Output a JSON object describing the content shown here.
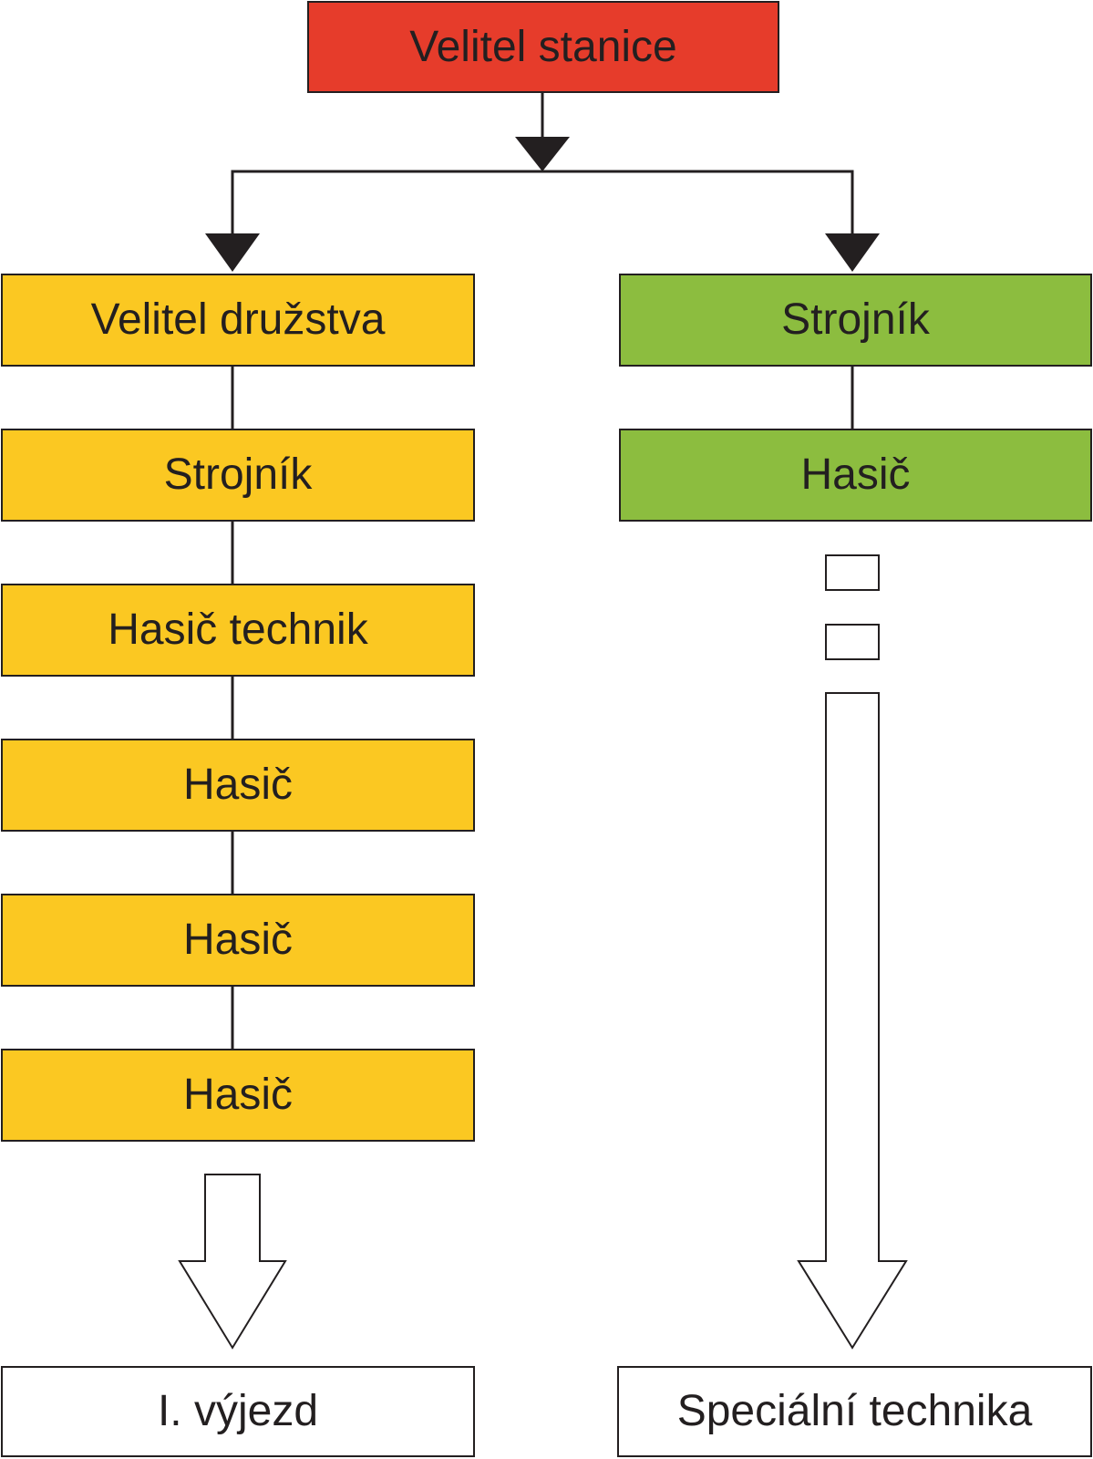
{
  "top": {
    "label": "Velitel stanice",
    "color": "#e63c2b"
  },
  "left_column": {
    "color": "#fbc822",
    "items": [
      "Velitel družstva",
      "Strojník",
      "Hasič technik",
      "Hasič",
      "Hasič",
      "Hasič"
    ],
    "result": "I. výjezd"
  },
  "right_column": {
    "color": "#8cbd3f",
    "items": [
      "Strojník",
      "Hasič"
    ],
    "result": "Speciální technika"
  },
  "line_color": "#231f20"
}
